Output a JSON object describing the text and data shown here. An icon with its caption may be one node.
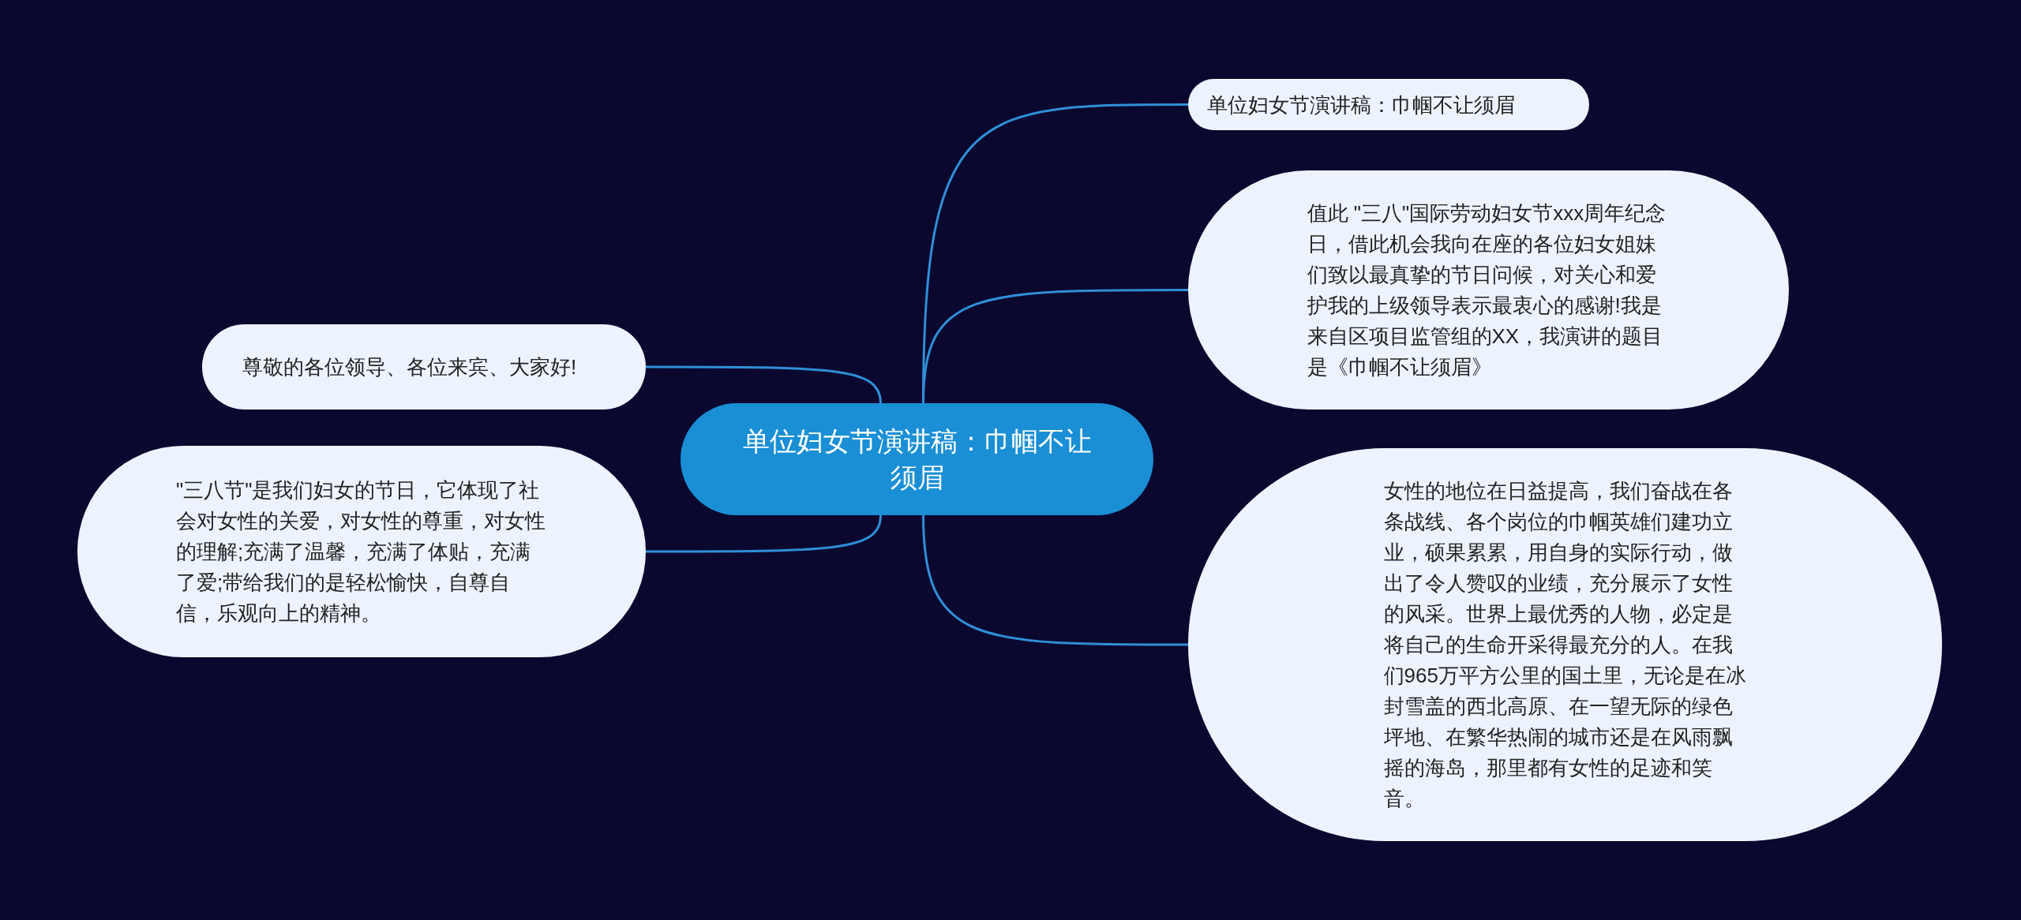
{
  "diagram": {
    "nodes": [
      {
        "text": [
          "单位妇女节演讲稿：巾帼不让须眉"
        ]
      },
      {
        "text": [
          "单位妇女节演讲稿：巾帼不让须眉"
        ]
      },
      {
        "text": [
          "值此 \"三八\"国际劳动妇女节xxx周年纪念日，借此机会我向在座的各位妇女姐妹们致以最真挚的节日问候，对关心和爱护我的上级领导表示最衷心的感谢!我是来自区项目监管组的XX，我演讲的题目是《巾帼不让须眉》"
        ]
      },
      {
        "text": [
          "女性的地位在日益提高，我们奋战在各条战线、各个岗位的巾帼英雄们建功立业，硕果累累，用自身的实际行动，做出了令人赞叹的业绩，充分展示了女性的风采。世界上最优秀的人物，必定是将自己的生命开采得最充分的人。在我们965万平方公里的国土里，无论是在冰封雪盖的西北高原、在一望无际的绿色坪地、在繁华热闹的城市还是在风雨飘摇的海岛，那里都有女性的足迹和笑音。"
        ]
      },
      {
        "text": [
          "尊敬的各位领导、各位来宾、大家好!"
        ]
      },
      {
        "text": [
          "\"三八节\"是我们妇女的节日，它体现了社会对女性的关爱，对女性的尊重，对女性的理解;充满了温馨，充满了体贴，充满了爱;带给我们的是轻松愉快，自尊自信，乐观向上的精神。"
        ]
      }
    ],
    "edges": [
      {
        "from": 0,
        "to": 1,
        "arrow": "none"
      },
      {
        "from": 0,
        "to": 2,
        "arrow": "none"
      },
      {
        "from": 0,
        "to": 3,
        "arrow": "none"
      },
      {
        "from": 0,
        "to": 4,
        "arrow": "none"
      },
      {
        "from": 0,
        "to": 5,
        "arrow": "none"
      }
    ]
  }
}
